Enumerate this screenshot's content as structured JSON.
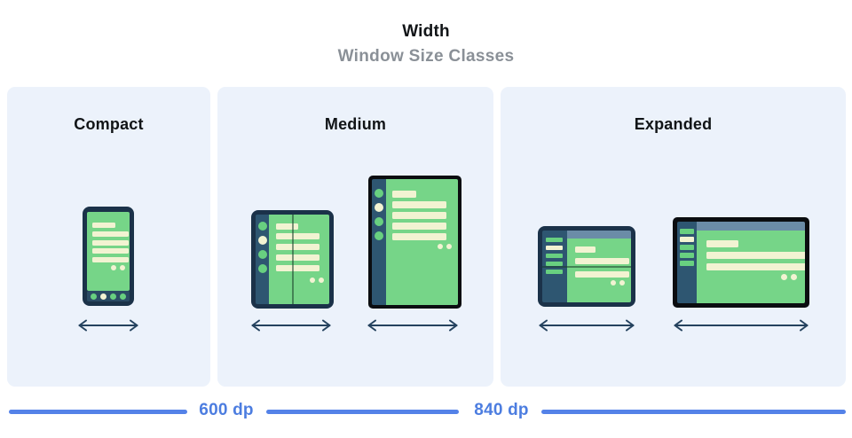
{
  "header": {
    "title": "Width",
    "subtitle": "Window Size Classes"
  },
  "panels": [
    {
      "label": "Compact",
      "devices": [
        "phone"
      ]
    },
    {
      "label": "Medium",
      "devices": [
        "foldable-portrait",
        "tablet-portrait"
      ]
    },
    {
      "label": "Expanded",
      "devices": [
        "foldable-landscape",
        "tablet-landscape"
      ]
    }
  ],
  "breakpoints": [
    {
      "label": "600 dp"
    },
    {
      "label": "840 dp"
    }
  ],
  "colors": {
    "accent-blue": "#4C7DE0",
    "rule-blue": "#5482E8",
    "panel-bg": "#ECF2FB",
    "heading": "#111417",
    "subtitle-gray": "#8A9097",
    "frame-navy": "#1B3249",
    "rail-navy": "#2E5671",
    "navbar-navy": "#2A4B64",
    "screen-green": "#76D588",
    "item-green": "#68D080",
    "cream": "#F2F3D2",
    "topbar-blue": "#6B8CA7",
    "device-black": "#0B0D10",
    "arrow-navy": "#24425E"
  }
}
